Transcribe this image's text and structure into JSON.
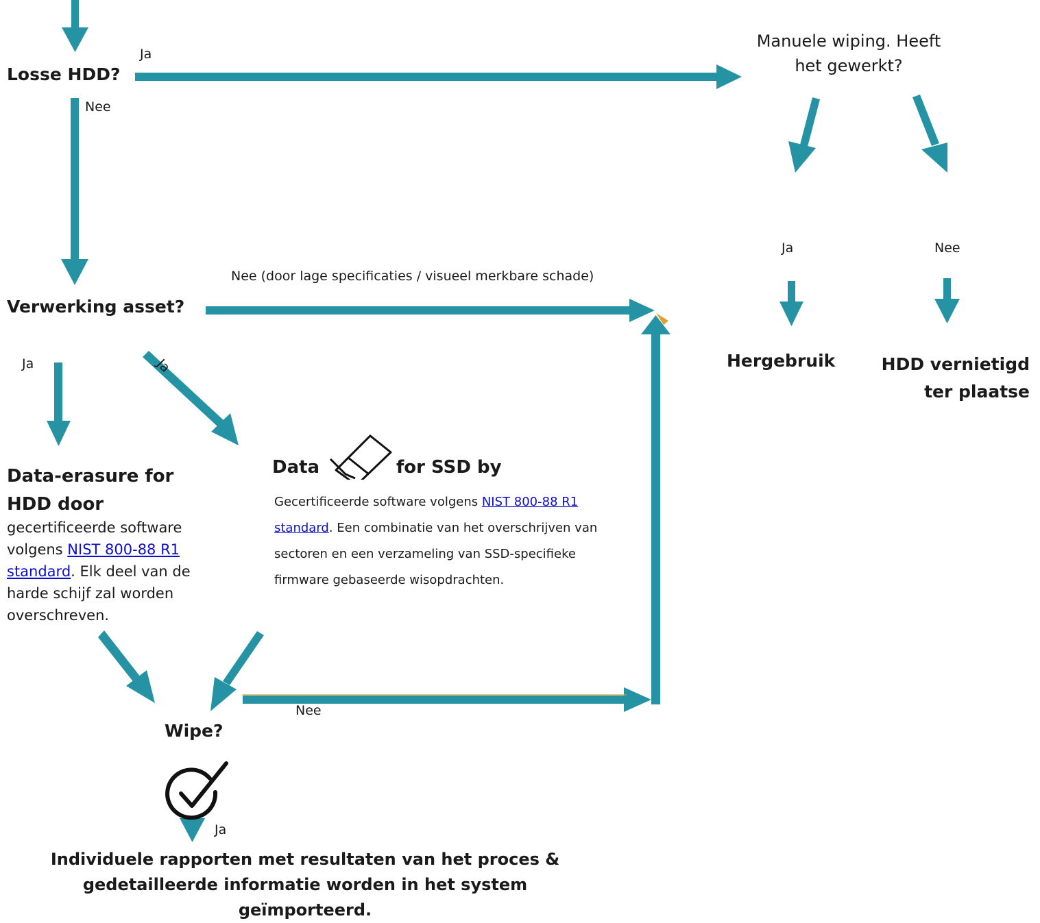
{
  "colors": {
    "arrow": "#2693a5",
    "link": "#0d0dcc",
    "accent_tip": "#e0a030"
  },
  "nodes": {
    "losse_hdd": "Losse HDD?",
    "manual_wiping_1": "Manuele wiping. Heeft",
    "manual_wiping_2": "het gewerkt?",
    "verwerking": "Verwerking asset?",
    "hergebruik": "Hergebruik",
    "hdd_destroyed_1": "HDD vernietigd",
    "hdd_destroyed_2": "ter plaatse",
    "hdd_title_1": "Data-erasure for",
    "hdd_title_2": "HDD door",
    "ssd_title_data": "Data",
    "ssd_title_rest": "for SSD by",
    "wipe": "Wipe?",
    "report_1": "Individuele rapporten met resultaten van het proces &",
    "report_2": "gedetailleerde informatie worden in het system",
    "report_3": "geïmporteerd."
  },
  "labels": {
    "ja_top": "Ja",
    "nee_top": "Nee",
    "ja_right": "Ja",
    "nee_right": "Nee",
    "nee_verwerking": "Nee (door lage specificaties / visueel merkbare schade)",
    "ja_left": "Ja",
    "ja_diag": "Ja",
    "nee_wipe": "Nee",
    "ja_wipe": "Ja"
  },
  "hdd_text": {
    "line1": "gecertificeerde software",
    "line2_pre": "volgens ",
    "link_1": "NIST 800-88 R1 ",
    "link_2": "standard",
    "line3_post": ". Elk deel van de",
    "line4": "harde schijf zal worden",
    "line5": "overschreven."
  },
  "ssd_text": {
    "line1_pre": "Gecertificeerde software volgens ",
    "link_1": "NIST 800-88 R1 ",
    "link_2": "standard",
    "line2_post": ". Een combinatie van het overschrijven van",
    "line3": "sectoren en een verzameling van SSD-specifieke",
    "line4": "firmware gebaseerde wisopdrachten."
  },
  "icons": {
    "eraser": "eraser-icon",
    "check": "check-circle-icon"
  }
}
